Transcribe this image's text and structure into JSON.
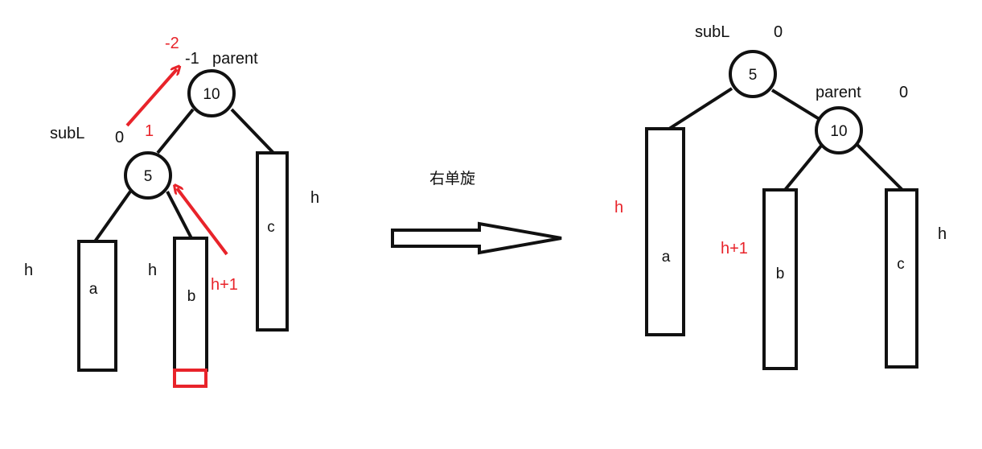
{
  "colors": {
    "ink": "#111111",
    "accent": "#e8232a"
  },
  "before": {
    "balance_old_parent": "-2",
    "parent_bf": "-1",
    "parent_label": "parent",
    "parent_node": "10",
    "subl_label": "subL",
    "subl_bf": "0",
    "subl_new_bf": "1",
    "subl_node": "5",
    "subtree_a": "a",
    "subtree_b": "b",
    "subtree_c": "c",
    "h_a": "h",
    "h_b": "h",
    "h_b_new": "h+1",
    "h_c": "h"
  },
  "arrow_caption": "右单旋",
  "after": {
    "subl_label": "subL",
    "subl_bf": "0",
    "subl_node": "5",
    "parent_label": "parent",
    "parent_bf": "0",
    "parent_node": "10",
    "subtree_a": "a",
    "subtree_b": "b",
    "subtree_c": "c",
    "h_a": "h",
    "h_b": "h+1",
    "h_c": "h"
  }
}
